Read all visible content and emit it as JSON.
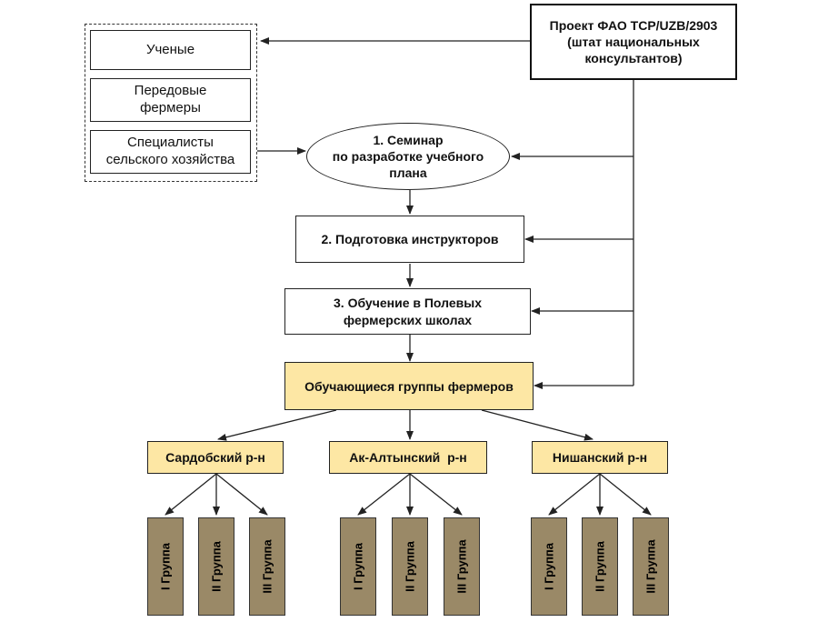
{
  "project": {
    "line1": "Проект ФАО TCP/UZB/2903",
    "line2": "(штат национальных",
    "line3": "консультантов)"
  },
  "participants": {
    "scientists": "Ученые",
    "leading_farmers_1": "Передовые",
    "leading_farmers_2": "фермеры",
    "specialists_1": "Специалисты",
    "specialists_2": "сельского хозяйства"
  },
  "steps": {
    "seminar_1": "1. Семинар",
    "seminar_2": "по разработке учебного",
    "seminar_3": "плана",
    "trainers": "2. Подготовка инструкторов",
    "training_1": "3. Обучение в Полевых",
    "training_2": "фермерских школах"
  },
  "farmer_groups": "Обучающиеся группы фермеров",
  "districts": [
    {
      "name": "Сардобский р-н",
      "groups": [
        "I Группа",
        "II Группа",
        "III Группа"
      ]
    },
    {
      "name": "Ак-Алтынский  р-н",
      "groups": [
        "I Группа",
        "II Группа",
        "III Группа"
      ]
    },
    {
      "name": "Нишанский р-н",
      "groups": [
        "I Группа",
        "II Группа",
        "III Группа"
      ]
    }
  ],
  "colors": {
    "highlight": "#fde7a4",
    "group_fill": "#9a8967",
    "line": "#222222"
  }
}
